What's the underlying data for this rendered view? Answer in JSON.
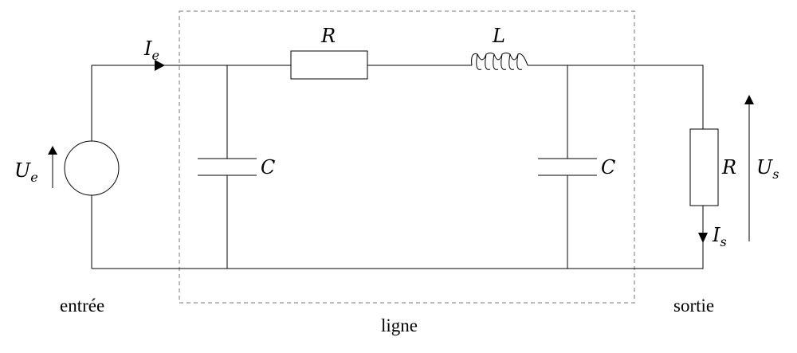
{
  "labels": {
    "ue_main": "U",
    "ue_sub": "e",
    "ie_main": "I",
    "ie_sub": "e",
    "r_series": "R",
    "l_inductor": "L",
    "c_left": "C",
    "c_right": "C",
    "r_load": "R",
    "us_main": "U",
    "us_sub": "s",
    "is_main": "I",
    "is_sub": "s",
    "input": "entrée",
    "line": "ligne",
    "output": "sortie"
  }
}
